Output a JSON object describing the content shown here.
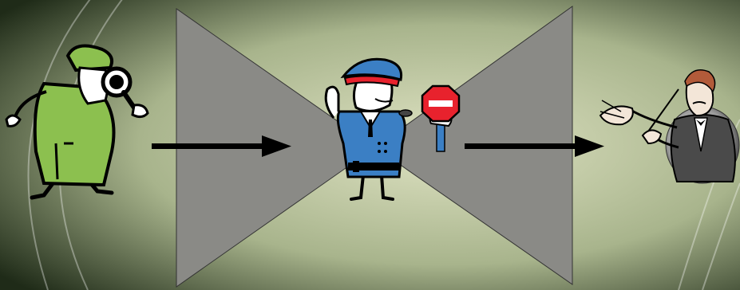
{
  "slide": {
    "background_colors": {
      "light": "#dfe3c3",
      "mid": "#a8b48c",
      "dark": "#1f2b18"
    },
    "funnel_color": "#8a8a86",
    "arrow_color": "#000000"
  },
  "figures": [
    {
      "role": "detective",
      "icon": "detective-magnifying-glass-icon",
      "primary_color": "#8cc04f"
    },
    {
      "role": "police-officer",
      "icon": "police-officer-stop-sign-icon",
      "primary_color": "#3b7fc4",
      "sign_color": "#e8222d"
    },
    {
      "role": "conductor",
      "icon": "orchestra-conductor-icon",
      "primary_color": "#4a4a4a"
    }
  ],
  "arrows": [
    {
      "from": "detective",
      "to": "police-officer"
    },
    {
      "from": "police-officer",
      "to": "conductor"
    }
  ]
}
